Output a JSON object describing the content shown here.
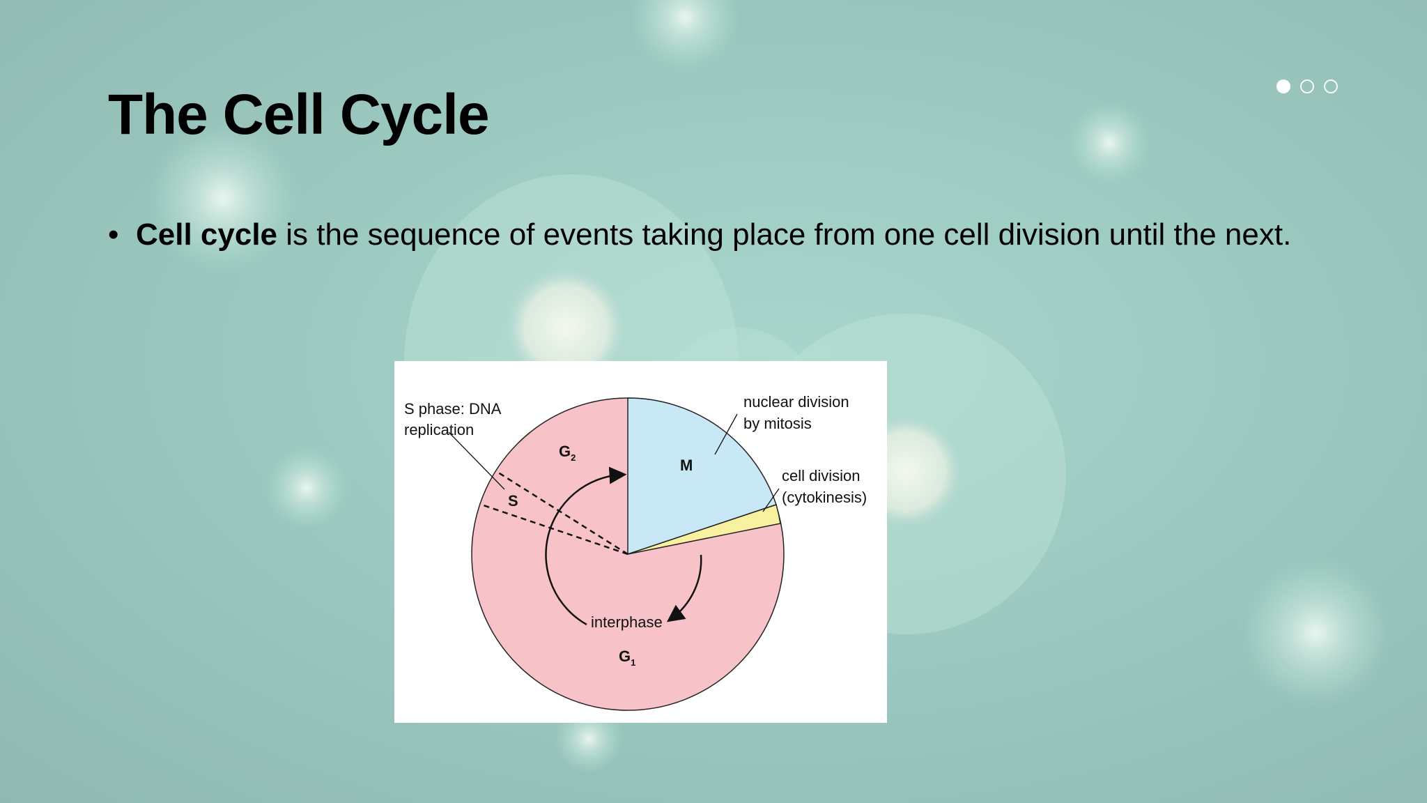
{
  "slide": {
    "title": "The Cell Cycle",
    "pager": {
      "count": 3,
      "active": 1
    },
    "bullet": {
      "marker": "•",
      "term": "Cell cycle",
      "rest": " is the sequence of events taking place from one cell division until the next."
    }
  },
  "diagram": {
    "labels": {
      "s_phase_line1": "S phase: DNA",
      "s_phase_line2": "replication",
      "nuclear_line1": "nuclear division",
      "nuclear_line2": "by mitosis",
      "cell_div_line1": "cell division",
      "cell_div_line2": "(cytokinesis)",
      "interphase": "interphase",
      "g2": "G",
      "g2_sub": "2",
      "s": "S",
      "m": "M",
      "g1": "G",
      "g1_sub": "1"
    },
    "colors": {
      "interphase": "#f7c3c8",
      "mitosis": "#c9e8f6",
      "cytokinesis": "#f8f2a0",
      "background_tint": "#a9d6cc"
    }
  }
}
